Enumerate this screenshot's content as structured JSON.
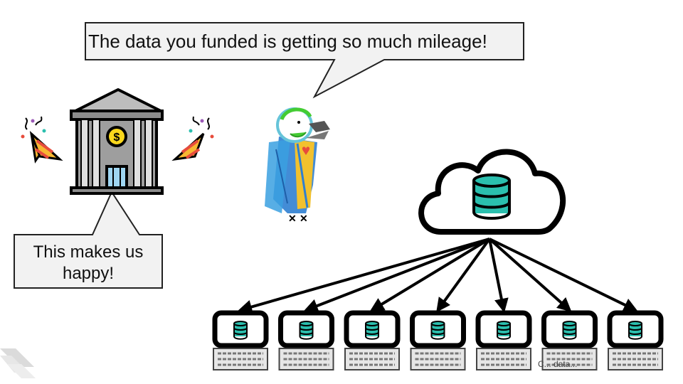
{
  "speech": {
    "top": "The data you funded is getting so much mileage!",
    "left_line1": "This makes us",
    "left_line2": "happy!"
  },
  "footer_credit": "C... data...",
  "nodes": {
    "funder": "bank-icon",
    "researcher": "bird-character",
    "repository": "cloud-database-icon",
    "consumer_icon": "laptop-database-icon",
    "consumer_count": 7,
    "celebration": "party-popper-icon"
  },
  "colors": {
    "bubble_fill": "#f2f2f2",
    "database": "#2bbfae",
    "popper_stripe": "#f7b731",
    "popper_stripe2": "#e74c3c",
    "bank_coin": "#f9d71c",
    "bank_door": "#9fd6f2",
    "bird_blue": "#2f7fd1",
    "bird_yellow": "#f2c12e",
    "bird_green": "#44cc33"
  }
}
